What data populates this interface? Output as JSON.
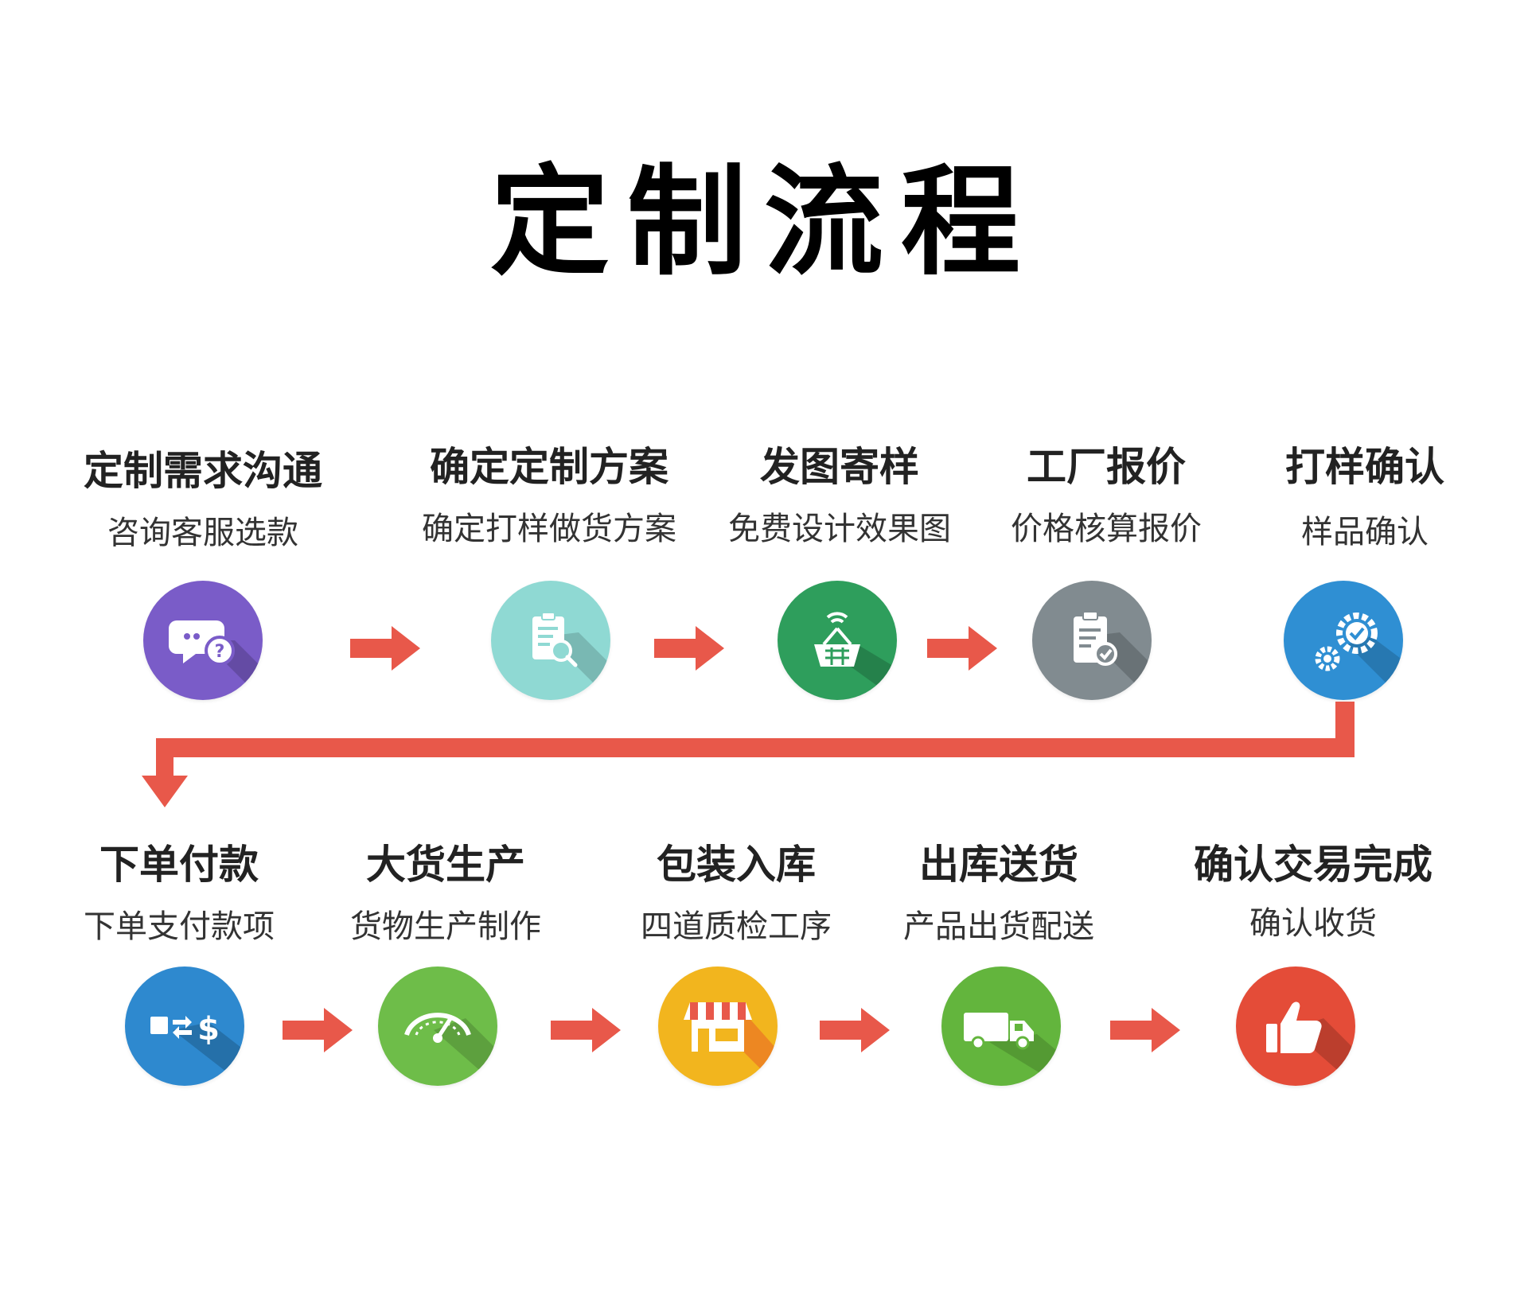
{
  "title": "定制流程",
  "colors": {
    "arrow": "#e8584a",
    "step1": "#7a5cc8",
    "step2": "#8fd9d3",
    "step3": "#2e9e5c",
    "step4": "#818b90",
    "step5": "#2f8fd3",
    "step6": "#2e89cf",
    "step7": "#6ebd49",
    "step8": "#f2b51e",
    "step9": "#63b53d",
    "step10": "#e44c38"
  },
  "row1": [
    {
      "title": "定制需求沟通",
      "desc": "咨询客服选款",
      "icon": "chat-question-icon"
    },
    {
      "title": "确定定制方案",
      "desc": "确定打样做货方案",
      "icon": "document-search-icon"
    },
    {
      "title": "发图寄样",
      "desc": "免费设计效果图",
      "icon": "basket-wifi-icon"
    },
    {
      "title": "工厂报价",
      "desc": "价格核算报价",
      "icon": "clipboard-check-icon"
    },
    {
      "title": "打样确认",
      "desc": "样品确认",
      "icon": "gears-check-icon"
    }
  ],
  "row2": [
    {
      "title": "下单付款",
      "desc": "下单支付款项",
      "icon": "box-exchange-dollar-icon"
    },
    {
      "title": "大货生产",
      "desc": "货物生产制作",
      "icon": "speedometer-icon"
    },
    {
      "title": "包装入库",
      "desc": "四道质检工序",
      "icon": "storefront-icon"
    },
    {
      "title": "出库送货",
      "desc": "产品出货配送",
      "icon": "delivery-truck-icon"
    },
    {
      "title": "确认交易完成",
      "desc": "确认收货",
      "icon": "thumbs-up-icon"
    }
  ]
}
